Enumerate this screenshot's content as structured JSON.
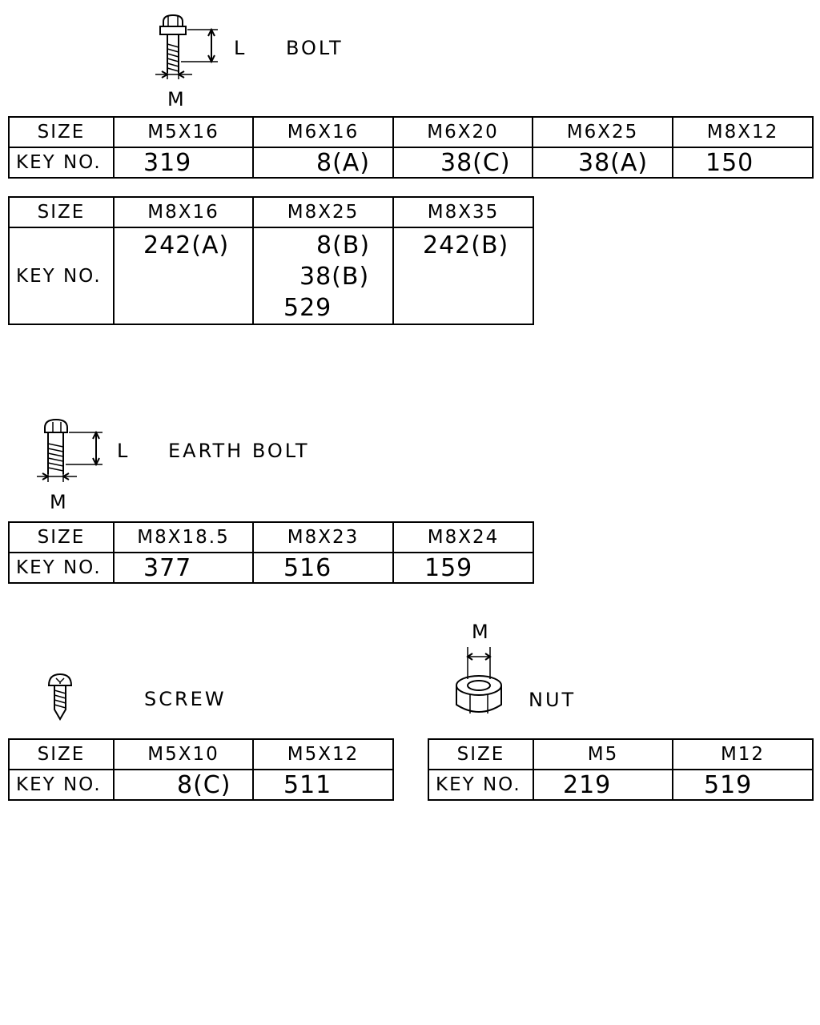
{
  "bolt": {
    "title": "BOLT",
    "dim_l": "L",
    "dim_m": "M",
    "table1": {
      "size_label": "SIZE",
      "key_label": "KEY NO.",
      "sizes": [
        "M5X16",
        "M6X16",
        "M6X20",
        "M6X25",
        "M8X12"
      ],
      "keys": [
        "319",
        "8(A)",
        "38(C)",
        "38(A)",
        "150"
      ]
    },
    "table2": {
      "size_label": "SIZE",
      "key_label": "KEY NO.",
      "sizes": [
        "M8X16",
        "M8X25",
        "M8X35"
      ],
      "keys": [
        [
          "242(A)"
        ],
        [
          "8(B)",
          "38(B)",
          "529"
        ],
        [
          "242(B)"
        ]
      ]
    }
  },
  "earth_bolt": {
    "title": "EARTH BOLT",
    "dim_l": "L",
    "dim_m": "M",
    "table": {
      "size_label": "SIZE",
      "key_label": "KEY NO.",
      "sizes": [
        "M8X18.5",
        "M8X23",
        "M8X24"
      ],
      "keys": [
        "377",
        "516",
        "159"
      ]
    }
  },
  "screw": {
    "title": "SCREW",
    "table": {
      "size_label": "SIZE",
      "key_label": "KEY NO.",
      "sizes": [
        "M5X10",
        "M5X12"
      ],
      "keys": [
        "8(C)",
        "511"
      ]
    }
  },
  "nut": {
    "title": "NUT",
    "dim_m": "M",
    "table": {
      "size_label": "SIZE",
      "key_label": "KEY NO.",
      "sizes": [
        "M5",
        "M12"
      ],
      "keys": [
        "219",
        "519"
      ]
    }
  }
}
